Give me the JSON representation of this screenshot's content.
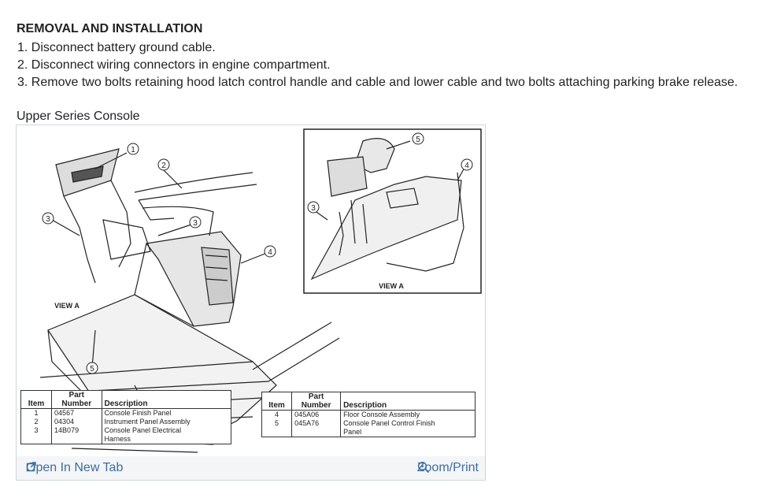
{
  "heading": "REMOVAL AND INSTALLATION",
  "steps": [
    "1. Disconnect battery ground cable.",
    "2. Disconnect wiring connectors in engine compartment.",
    "3. Remove two bolts retaining hood latch control handle and cable and lower cable and two bolts attaching parking brake release."
  ],
  "figure_caption": "Upper Series Console",
  "diagram": {
    "callouts": [
      "1",
      "2",
      "3",
      "3",
      "4",
      "5",
      "5",
      "3",
      "4"
    ],
    "view_a_left": "VIEW A",
    "view_a_inset": "VIEW A"
  },
  "table_left": {
    "headers": {
      "item": "Item",
      "part_line1": "Part",
      "part_line2": "Number",
      "desc": "Description"
    },
    "rows": [
      {
        "item": "1",
        "part": "04567",
        "desc": "Console Finish Panel"
      },
      {
        "item": "2",
        "part": "04304",
        "desc": "Instrument Panel Assembly"
      },
      {
        "item": "3",
        "part": "14B079",
        "desc": "Console Panel Electrical"
      }
    ],
    "continuation": "Harness"
  },
  "table_right": {
    "headers": {
      "item": "Item",
      "part_line1": "Part",
      "part_line2": "Number",
      "desc": "Description"
    },
    "rows": [
      {
        "item": "4",
        "part": "045A06",
        "desc": "Floor Console Assembly"
      },
      {
        "item": "5",
        "part": "045A76",
        "desc": "Console Panel Control Finish"
      }
    ],
    "continuation": "Panel"
  },
  "toolbar": {
    "open_label": "Open In New Tab",
    "zoom_label": "Zoom/Print",
    "link_color": "#3c6e9e"
  }
}
